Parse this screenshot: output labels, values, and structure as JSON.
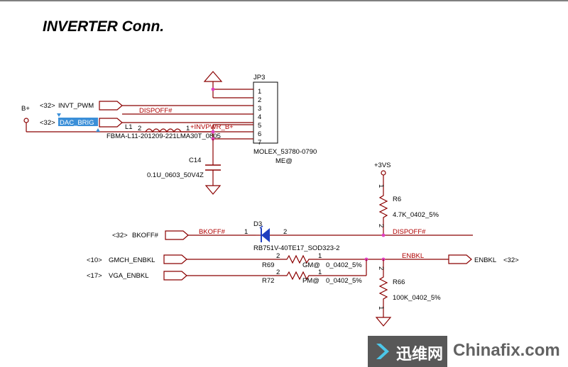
{
  "title": "INVERTER Conn.",
  "connector": {
    "ref": "JP3",
    "pins": [
      "1",
      "2",
      "3",
      "4",
      "5",
      "6",
      "7"
    ],
    "part": "MOLEX_53780-0790",
    "option": "ME@"
  },
  "signals": {
    "bplus": "B+",
    "invt_pwm": "INVT_PWM",
    "invt_pwm_ref": "<32>",
    "dac_brig": "DAC_BRIG",
    "dac_brig_ref": "<32>",
    "dispoff_top": "DISPOFF#",
    "invpwr": "+INVPWR_B+",
    "bkoff_in": "BKOFF#",
    "bkoff_in_ref": "<32>",
    "bkoff_net": "BKOFF#",
    "dispoff_net": "DISPOFF#",
    "gmch_enbkl": "GMCH_ENBKL",
    "gmch_enbkl_ref": "<10>",
    "vga_enbkl": "VGA_ENBKL",
    "vga_enbkl_ref": "<17>",
    "enbkl_net": "ENBKL",
    "enbkl_out": "ENBKL",
    "enbkl_out_ref": "<32>",
    "p3vs": "+3VS"
  },
  "components": {
    "l1": {
      "ref": "L1",
      "pin1": "1",
      "pin2": "2",
      "value": "FBMA-L11-201209-221LMA30T_0805"
    },
    "c14": {
      "ref": "C14",
      "value": "0.1U_0603_50V4Z"
    },
    "r6": {
      "ref": "R6",
      "value": "4.7K_0402_5%",
      "pin1": "1",
      "pin2": "2"
    },
    "d3": {
      "ref": "D3",
      "value": "RB751V-40TE17_SOD323-2",
      "pin1": "1",
      "pin2": "2"
    },
    "r69": {
      "ref": "R69",
      "option": "GM@",
      "value": "0_0402_5%",
      "pin1": "1",
      "pin2": "2"
    },
    "r72": {
      "ref": "R72",
      "option": "PM@",
      "value": "0_0402_5%",
      "pin1": "1",
      "pin2": "2"
    },
    "r66": {
      "ref": "R66",
      "value": "100K_0402_5%",
      "pin1": "1",
      "pin2": "2"
    }
  },
  "watermark": {
    "cn": "迅维网",
    "en": "Chinafix.com"
  },
  "colors": {
    "wire": "#8b0000",
    "net_label": "#b00000",
    "junction": "#e040c0",
    "diode": "#1f3fbf",
    "highlight": "#3b8fd8"
  }
}
